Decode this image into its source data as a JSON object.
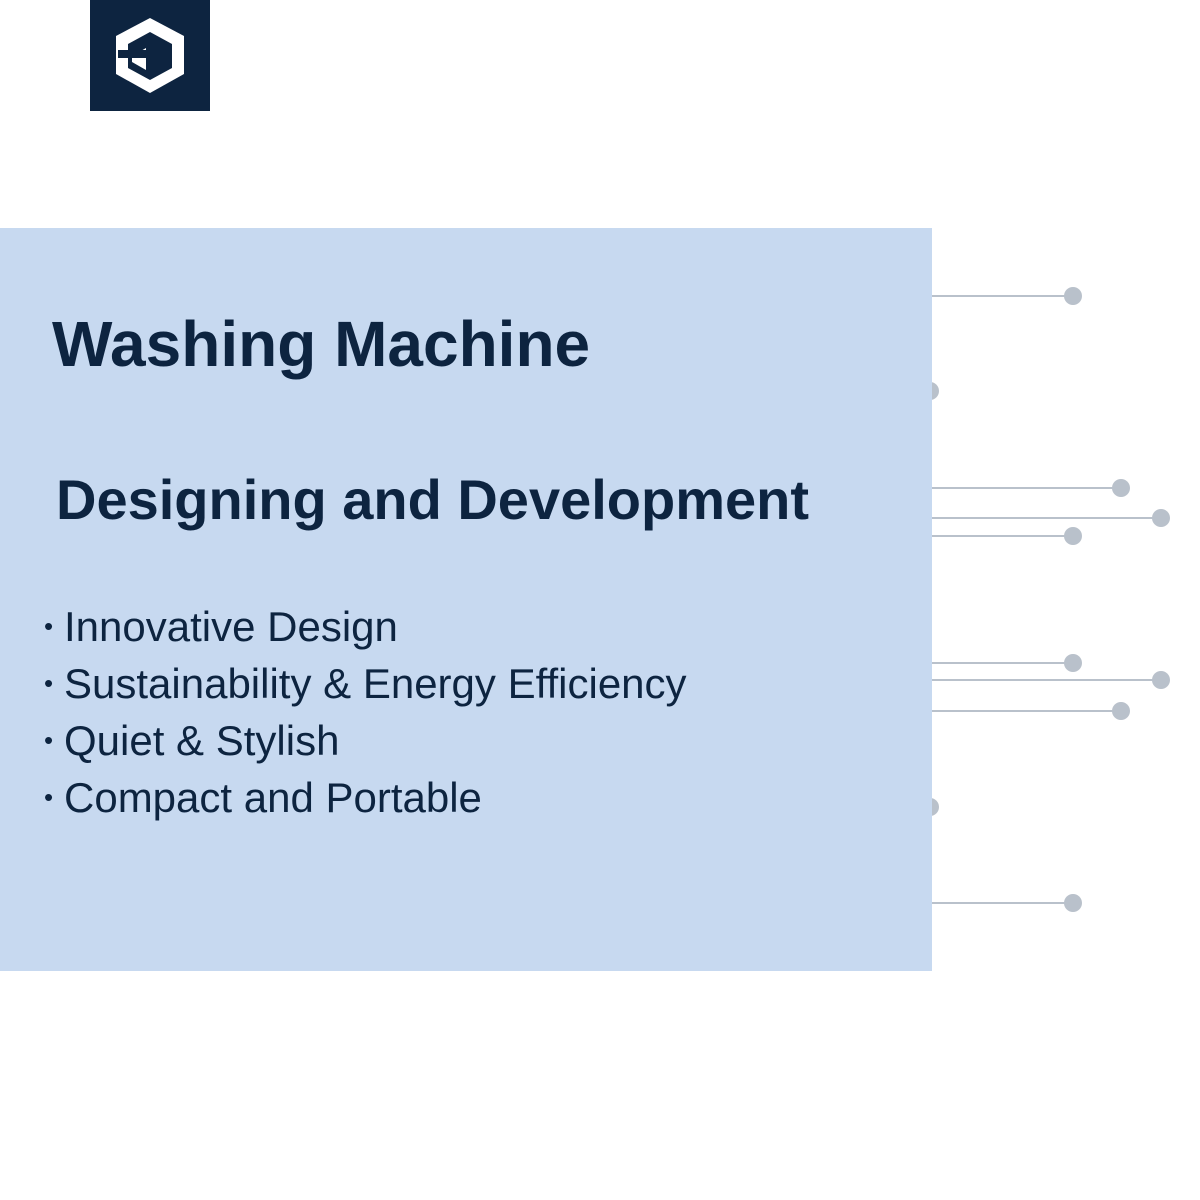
{
  "brand": {
    "logo_icon": "brand-logo-icon",
    "logo_bg_color": "#0d2440",
    "logo_fg_color": "#ffffff"
  },
  "main": {
    "title": "Washing Machine",
    "subtitle": "Designing and Development",
    "features": [
      "Innovative Design",
      "Sustainability & Energy Efficiency",
      "Quiet & Stylish",
      "Compact and Portable"
    ],
    "bullet_glyph": "•"
  },
  "colors": {
    "panel_bg": "#c7d9f0",
    "text": "#0d2440",
    "circuit": "#b9c1cb"
  }
}
